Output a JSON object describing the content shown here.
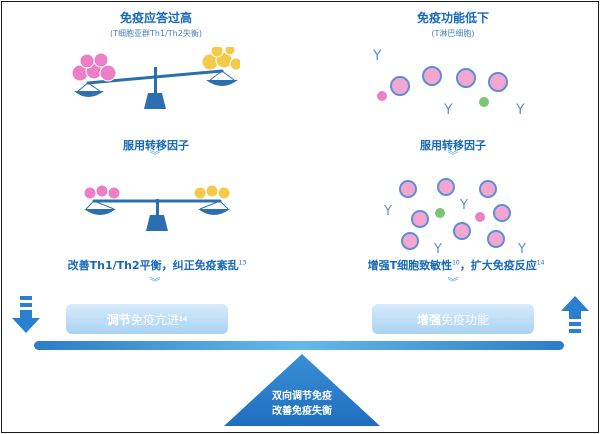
{
  "left": {
    "title": "免疫应答过高",
    "subtitle": "(T细胞亚群Th1/Th2失衡)",
    "step": "服用转移因子",
    "result": "改善Th1/Th2平衡，纠正免疫紊乱",
    "result_ref": "13",
    "pill_strong": "调节",
    "pill_light": "免疫亢进",
    "pill_ref": "14"
  },
  "right": {
    "title": "免疫功能低下",
    "subtitle": "(T淋巴细胞)",
    "step": "服用转移因子",
    "result": "增强T细胞致敏性",
    "result_ref1": "10",
    "result_tail": "，扩大免疫反应",
    "result_ref2": "14",
    "pill_strong": "增强",
    "pill_light": "免疫功能"
  },
  "fulcrum": {
    "line1": "双向调节免疫",
    "line2": "改善免疫失衡"
  },
  "colors": {
    "primary": "#1769b8",
    "pill": "#a9d3f2",
    "beam": "#2d7dc6",
    "th_pink": "#ec7fc6",
    "th_yellow": "#f5c94a",
    "cell_pink": "#f3a6cf",
    "antibody": "#5b8fd6",
    "green": "#7cc576"
  }
}
